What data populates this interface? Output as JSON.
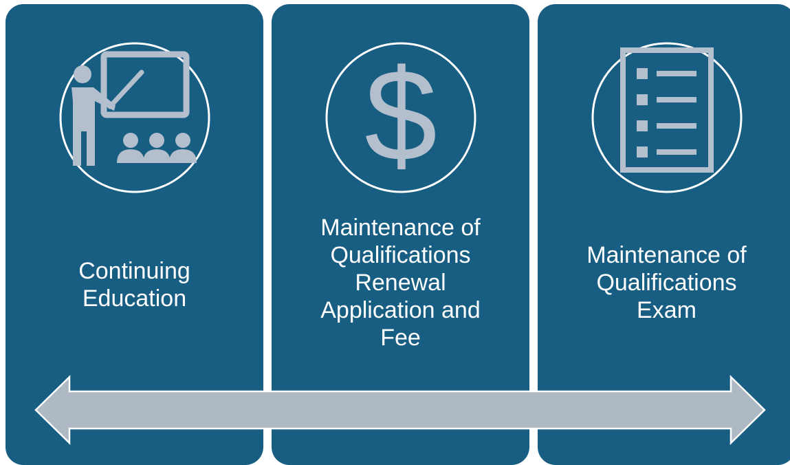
{
  "steps": [
    {
      "id": "continuing-education",
      "label": "Continuing\nEducation",
      "icon": "teacher-presentation-icon"
    },
    {
      "id": "renewal-application",
      "label": "Maintenance of\nQualifications\nRenewal\nApplication and\nFee",
      "icon": "dollar-sign-icon"
    },
    {
      "id": "qualifications-exam",
      "label": "Maintenance of\nQualifications\nExam",
      "icon": "checklist-icon"
    }
  ],
  "colors": {
    "panel": "#175e82",
    "icon": "#b3bfcc",
    "arrow": "#aeb9c4",
    "text": "#ffffff"
  }
}
